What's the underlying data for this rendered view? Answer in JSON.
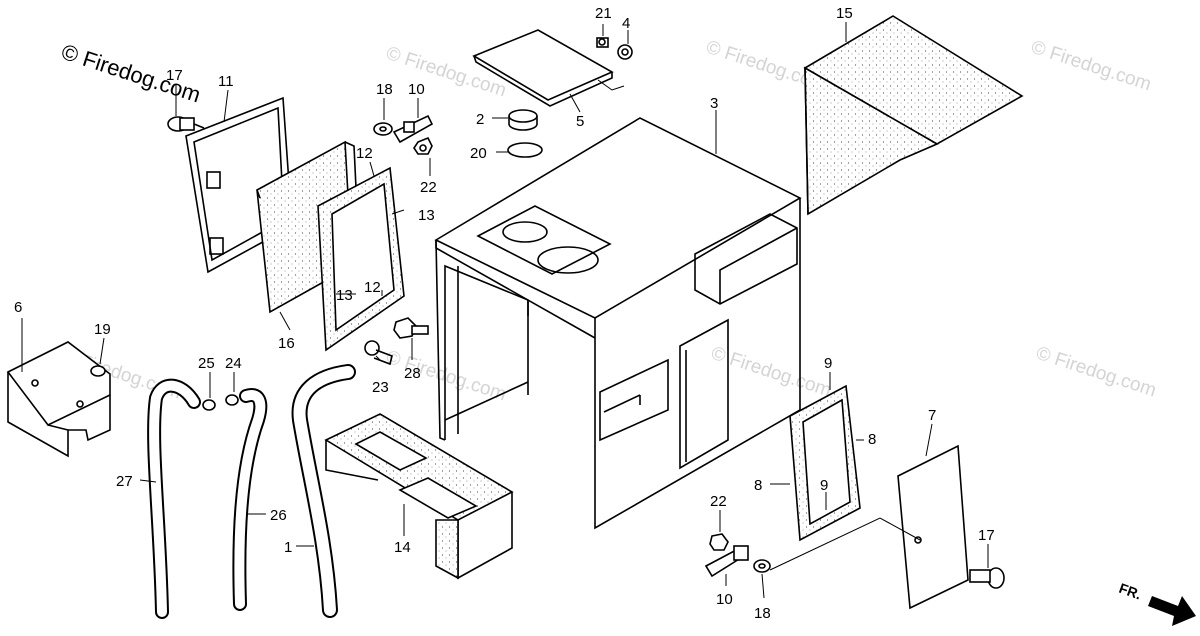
{
  "watermark": {
    "main": "© Firedog.com",
    "faint": [
      "© Firedog.com",
      "© Firedog.com",
      "© Firedog.com",
      "© Firedog.com",
      "© Firedog.com",
      "© Firedog.com",
      "© Firedog.com"
    ]
  },
  "direction": {
    "label": "FR."
  },
  "parts": [
    {
      "id": "p1",
      "num": "1"
    },
    {
      "id": "p2",
      "num": "2"
    },
    {
      "id": "p3",
      "num": "3"
    },
    {
      "id": "p4",
      "num": "4"
    },
    {
      "id": "p5",
      "num": "5"
    },
    {
      "id": "p6",
      "num": "6"
    },
    {
      "id": "p7",
      "num": "7"
    },
    {
      "id": "p8a",
      "num": "8"
    },
    {
      "id": "p8b",
      "num": "8"
    },
    {
      "id": "p9a",
      "num": "9"
    },
    {
      "id": "p9b",
      "num": "9"
    },
    {
      "id": "p10a",
      "num": "10"
    },
    {
      "id": "p10b",
      "num": "10"
    },
    {
      "id": "p11",
      "num": "11"
    },
    {
      "id": "p12a",
      "num": "12"
    },
    {
      "id": "p12b",
      "num": "12"
    },
    {
      "id": "p13a",
      "num": "13"
    },
    {
      "id": "p13b",
      "num": "13"
    },
    {
      "id": "p14",
      "num": "14"
    },
    {
      "id": "p15",
      "num": "15"
    },
    {
      "id": "p16",
      "num": "16"
    },
    {
      "id": "p17a",
      "num": "17"
    },
    {
      "id": "p17b",
      "num": "17"
    },
    {
      "id": "p18a",
      "num": "18"
    },
    {
      "id": "p18b",
      "num": "18"
    },
    {
      "id": "p19",
      "num": "19"
    },
    {
      "id": "p20",
      "num": "20"
    },
    {
      "id": "p21",
      "num": "21"
    },
    {
      "id": "p22a",
      "num": "22"
    },
    {
      "id": "p22b",
      "num": "22"
    },
    {
      "id": "p23",
      "num": "23"
    },
    {
      "id": "p24",
      "num": "24"
    },
    {
      "id": "p25",
      "num": "25"
    },
    {
      "id": "p26",
      "num": "26"
    },
    {
      "id": "p27",
      "num": "27"
    },
    {
      "id": "p28",
      "num": "28"
    }
  ]
}
